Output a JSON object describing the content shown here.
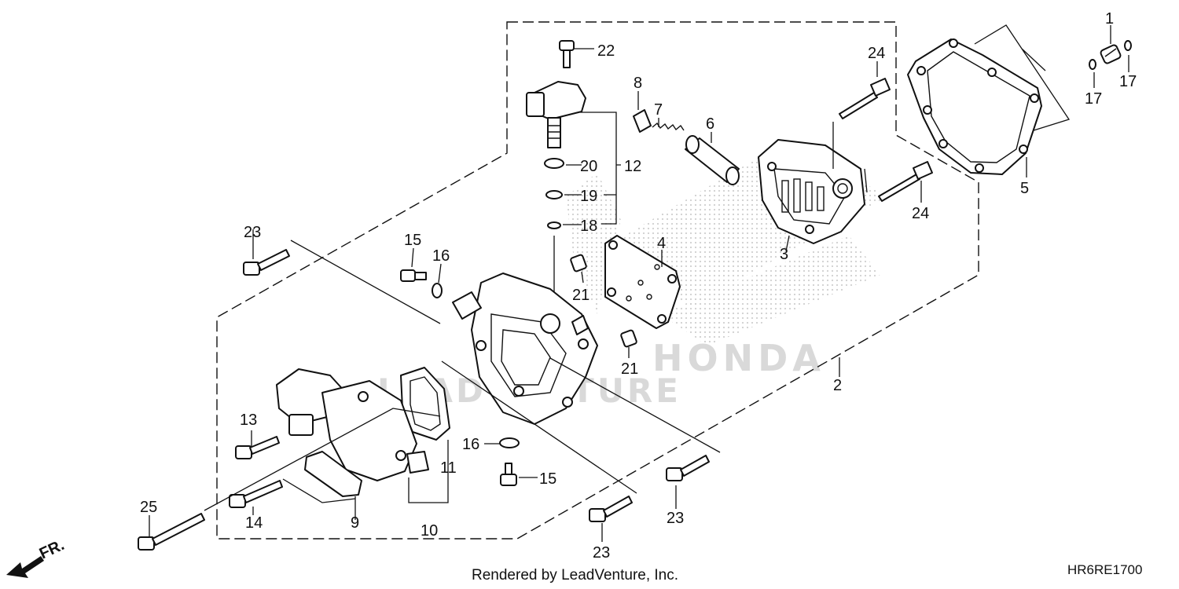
{
  "diagram": {
    "callouts": {
      "c1": "1",
      "c2": "2",
      "c3": "3",
      "c4": "4",
      "c5": "5",
      "c6": "6",
      "c7": "7",
      "c8": "8",
      "c9": "9",
      "c10": "10",
      "c11": "11",
      "c12": "12",
      "c13": "13",
      "c14": "14",
      "c15a": "15",
      "c15b": "15",
      "c16a": "16",
      "c16b": "16",
      "c17a": "17",
      "c17b": "17",
      "c18": "18",
      "c19": "19",
      "c20": "20",
      "c21a": "21",
      "c21b": "21",
      "c22": "22",
      "c23a": "23",
      "c23b": "23",
      "c23c": "23",
      "c24a": "24",
      "c24b": "24",
      "c25": "25"
    },
    "watermark_brand": "HONDA",
    "watermark_dealer": "LEADVENTURE",
    "front_arrow_label": "FR.",
    "footer_rendered_by": "Rendered by LeadVenture, Inc.",
    "diagram_code": "HR6RE1700"
  }
}
